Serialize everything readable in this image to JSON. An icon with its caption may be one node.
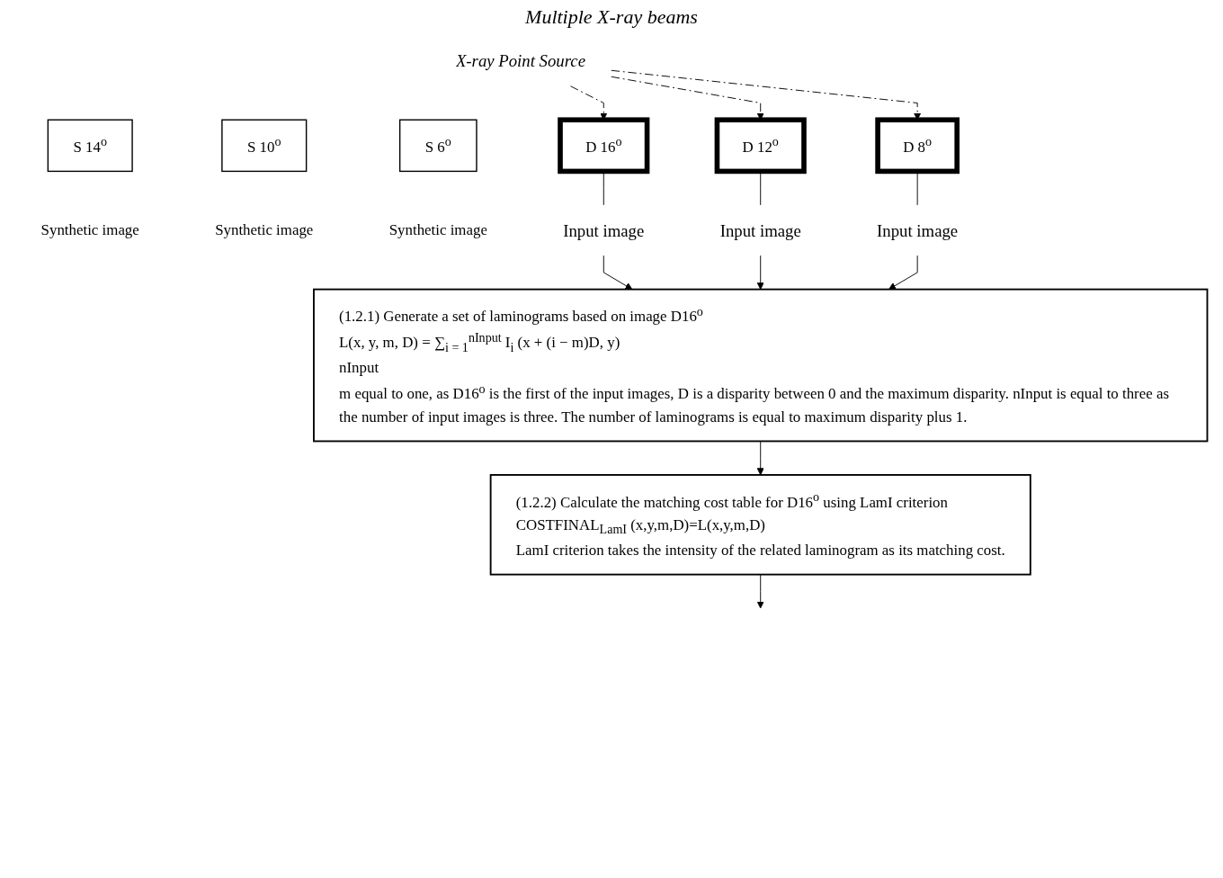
{
  "diagram": {
    "nodes": [
      {
        "text": [
          "X-ray Point Source"
        ]
      },
      {
        "text": [
          "D 16$^{o}$"
        ]
      },
      {
        "text": [
          "S 14$^{o}$"
        ],
        "beside": [
          "Synthetic image"
        ]
      },
      {
        "text": [
          "D 12$^{o}$"
        ]
      },
      {
        "text": [
          "S 10$^{o}$"
        ],
        "beside": [
          "Synthetic image"
        ]
      },
      {
        "text": [
          "D 8$^{o}$"
        ]
      },
      {
        "text": [
          "S 6$^{o}$"
        ],
        "beside": [
          "Synthetic image"
        ]
      },
      {
        "text": [
          "Input image"
        ]
      },
      {
        "text": [
          "Input image"
        ]
      },
      {
        "text": [
          "Input image"
        ]
      },
      {
        "text": [
          "(1.2.1) Generate a set of laminograms based on image D16$^{o}$",
          "L(x, y, m, D) = ∑$_{i = 1}$$^{nInput}$ I$_{i}$ (x + (i − m)D, y)",
          "nInput",
          "m equal to one, as D16$^{o}$ is the first of the input images, D is a disparity between 0 and the maximum disparity. nInput is equal to three as the number of input images is three. The number of laminograms is equal to maximum disparity plus 1."
        ]
      },
      {
        "text": [
          "(1.2.2) Calculate the matching cost table for D16$^{o}$ using LamI criterion",
          "COSTFINAL$_{LamI}$ (x,y,m,D)=L(x,y,m,D)",
          "LamI criterion takes the intensity of the related laminogram as its matching cost."
        ]
      }
    ],
    "edges": [
      {
        "from": 0,
        "to": 1,
        "arrow": "to",
        "style": "dashed"
      },
      {
        "from": 0,
        "to": 3,
        "arrow": "to",
        "style": "dashed"
      },
      {
        "from": 0,
        "to": 5,
        "arrow": "to",
        "style": "dashed"
      },
      {
        "from": 1,
        "to": 7,
        "arrow": "none"
      },
      {
        "from": 3,
        "to": 8,
        "arrow": "none"
      },
      {
        "from": 5,
        "to": 9,
        "arrow": "none"
      },
      {
        "from": 7,
        "to": 10,
        "arrow": "to"
      },
      {
        "from": 8,
        "to": 10,
        "arrow": "to"
      },
      {
        "from": 9,
        "to": 10,
        "arrow": "to"
      },
      {
        "from": 10,
        "to": 11,
        "arrow": "to"
      },
      {
        "from": 11,
        "to": null,
        "arrow": "to"
      }
    ],
    "labels": [
      "Multiple X-ray beams"
    ]
  }
}
